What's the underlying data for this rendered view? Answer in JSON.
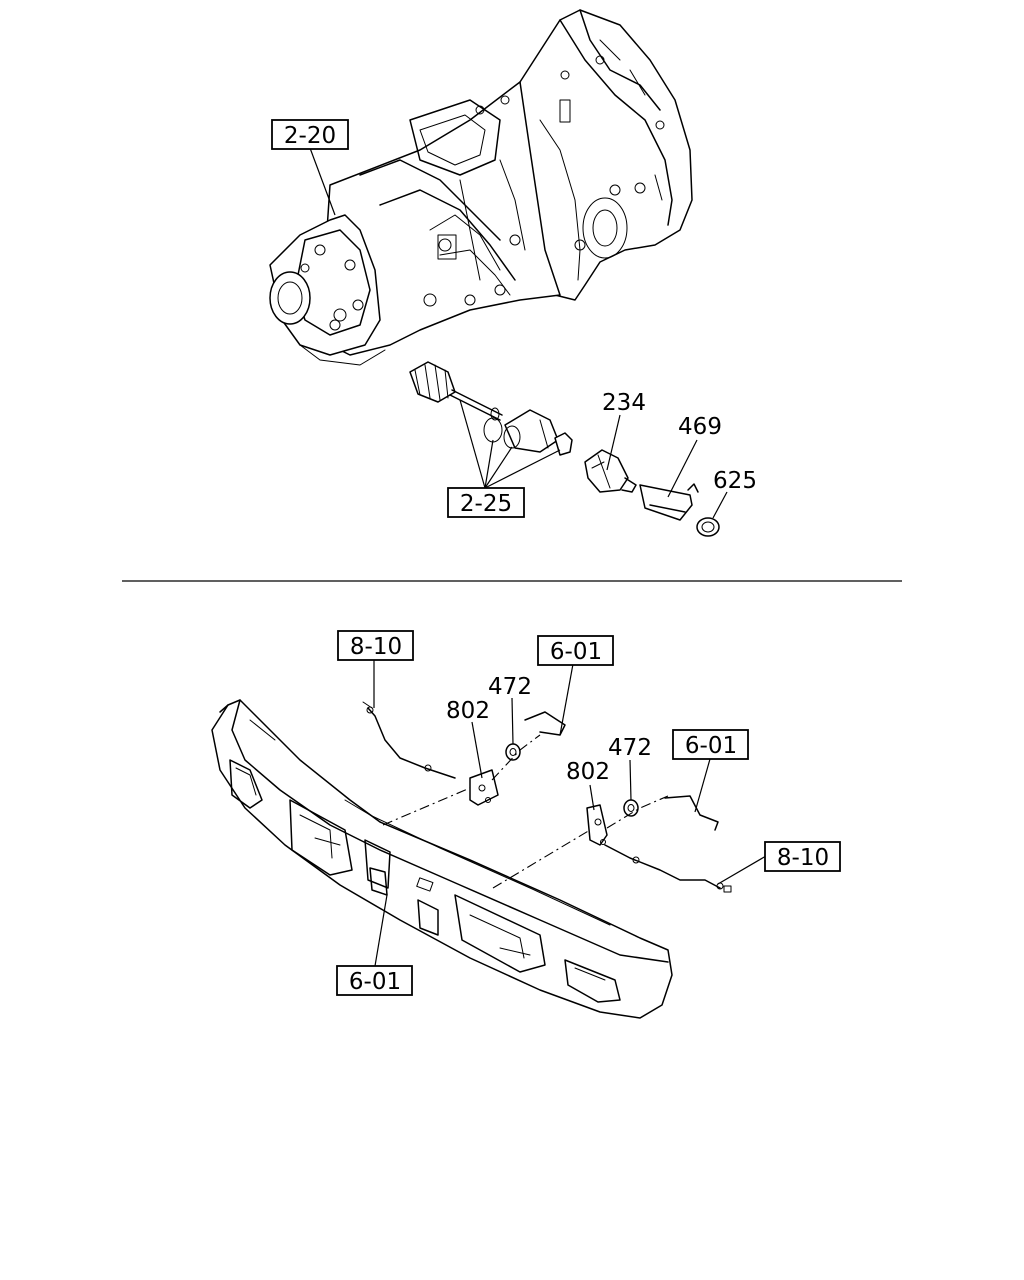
{
  "callouts": {
    "ref_2_20": "2-20",
    "ref_2_25": "2-25",
    "part_234": "234",
    "part_469": "469",
    "part_625": "625",
    "ref_8_10_left": "8-10",
    "ref_6_01_top_left": "6-01",
    "part_472_left": "472",
    "part_802_left": "802",
    "part_472_right": "472",
    "part_802_right": "802",
    "ref_6_01_right": "6-01",
    "ref_8_10_right": "8-10",
    "ref_6_01_bottom": "6-01"
  }
}
